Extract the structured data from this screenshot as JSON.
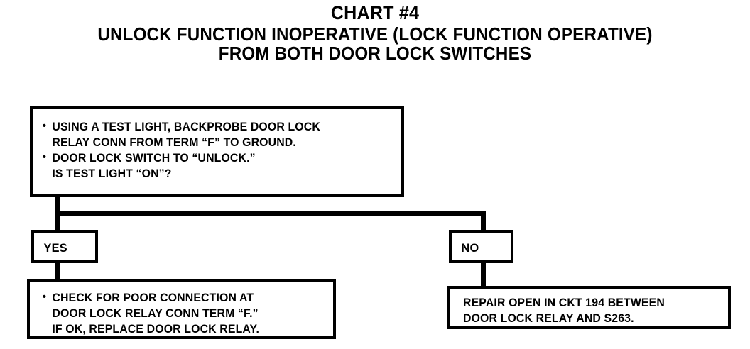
{
  "title": {
    "main": "CHART #4",
    "sub1": "UNLOCK FUNCTION INOPERATIVE (LOCK FUNCTION OPERATIVE)",
    "sub2": "FROM BOTH DOOR LOCK SWITCHES"
  },
  "question_box": {
    "lines": [
      {
        "bullet": true,
        "text": "USING A TEST LIGHT, BACKPROBE DOOR LOCK"
      },
      {
        "bullet": false,
        "text": "RELAY CONN FROM TERM “F” TO GROUND."
      },
      {
        "bullet": true,
        "text": "DOOR LOCK SWITCH TO “UNLOCK.”"
      },
      {
        "bullet": false,
        "text": "IS TEST LIGHT “ON”?"
      }
    ]
  },
  "branches": {
    "yes_label": "YES",
    "no_label": "NO"
  },
  "action_yes": {
    "lines": [
      {
        "bullet": true,
        "text": "CHECK FOR POOR CONNECTION AT"
      },
      {
        "bullet": false,
        "text": "DOOR LOCK RELAY CONN TERM “F.”"
      },
      {
        "bullet": false,
        "text": "IF OK, REPLACE DOOR LOCK RELAY."
      }
    ]
  },
  "action_no": {
    "lines": [
      {
        "bullet": false,
        "text": "REPAIR OPEN IN CKT 194 BETWEEN"
      },
      {
        "bullet": false,
        "text": "DOOR LOCK RELAY AND S263."
      }
    ]
  },
  "colors": {
    "ink": "#000000",
    "paper": "#ffffff"
  }
}
